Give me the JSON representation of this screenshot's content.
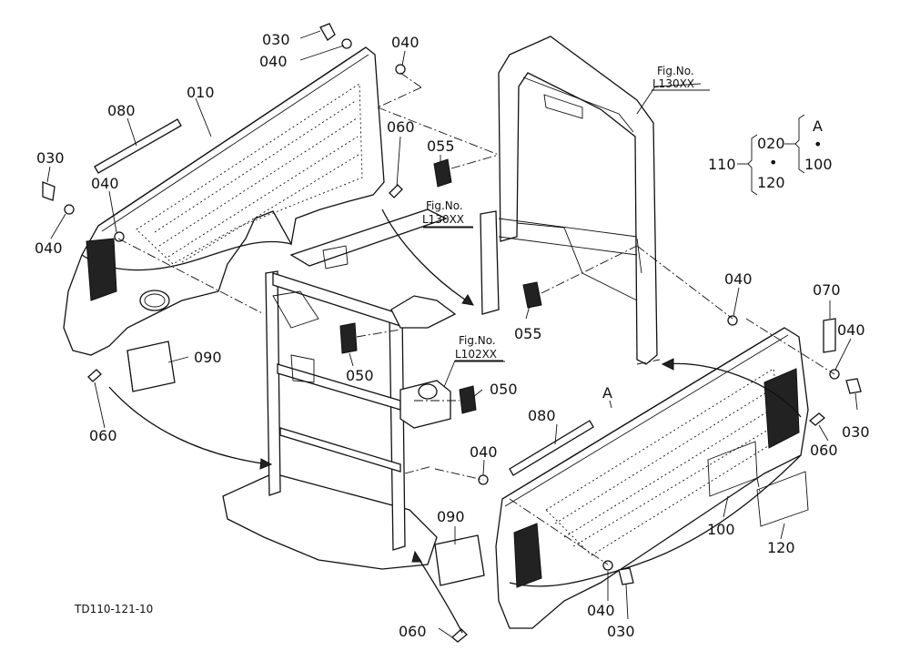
{
  "diagram": {
    "drawing_number": "TD110-121-10",
    "part_labels": [
      {
        "id": "010",
        "text": "010"
      },
      {
        "id": "030a",
        "text": "030"
      },
      {
        "id": "040a",
        "text": "040"
      },
      {
        "id": "040b",
        "text": "040"
      },
      {
        "id": "080a",
        "text": "080"
      },
      {
        "id": "030b",
        "text": "030"
      },
      {
        "id": "040c",
        "text": "040"
      },
      {
        "id": "040d",
        "text": "040"
      },
      {
        "id": "060a",
        "text": "060"
      },
      {
        "id": "055a",
        "text": "055"
      },
      {
        "id": "055b",
        "text": "055"
      },
      {
        "id": "090a",
        "text": "090"
      },
      {
        "id": "050a",
        "text": "050"
      },
      {
        "id": "050b",
        "text": "050"
      },
      {
        "id": "060b",
        "text": "060"
      },
      {
        "id": "080b",
        "text": "080"
      },
      {
        "id": "040e",
        "text": "040"
      },
      {
        "id": "090b",
        "text": "090"
      },
      {
        "id": "040f",
        "text": "040"
      },
      {
        "id": "030c",
        "text": "030"
      },
      {
        "id": "060c",
        "text": "060"
      },
      {
        "id": "040g",
        "text": "040"
      },
      {
        "id": "070",
        "text": "070"
      },
      {
        "id": "040h",
        "text": "040"
      },
      {
        "id": "030d",
        "text": "030"
      },
      {
        "id": "060d",
        "text": "060"
      },
      {
        "id": "100",
        "text": "100"
      },
      {
        "id": "120",
        "text": "120"
      },
      {
        "id": "A1",
        "text": "A"
      }
    ],
    "figure_refs": [
      {
        "id": "fig1",
        "line1": "Fig.No.",
        "line2": "L130XX"
      },
      {
        "id": "fig2",
        "line1": "Fig.No.",
        "line2": "L130XX"
      },
      {
        "id": "fig3",
        "line1": "Fig.No.",
        "line2": "L102XX"
      }
    ],
    "assembly_key": {
      "parent": "110",
      "children_top": "020",
      "children_bottom": "120",
      "group_label": "A",
      "group_child": "100",
      "dot": "•"
    }
  }
}
